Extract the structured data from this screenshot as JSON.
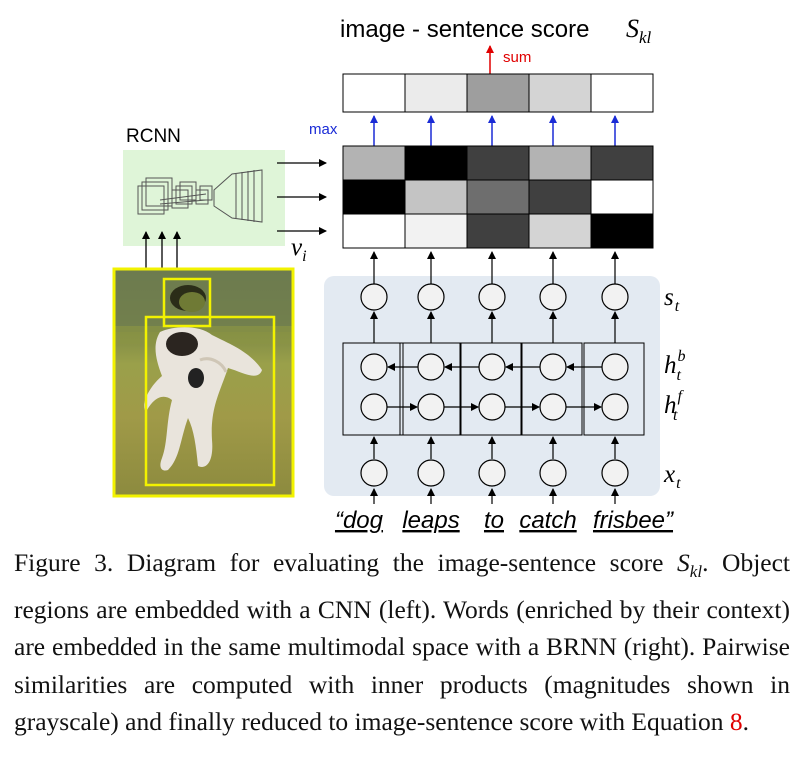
{
  "diagram": {
    "title": "image - sentence score",
    "title_symbol": "S",
    "title_symbol_sub": "kl",
    "sum_label": "sum",
    "max_label": "max",
    "rcnn_label": "RCNN",
    "region_symbol": "v",
    "region_symbol_sub": "i",
    "row_labels": [
      {
        "base": "s",
        "sub": "t",
        "sup": ""
      },
      {
        "base": "h",
        "sub": "t",
        "sup": "b"
      },
      {
        "base": "h",
        "sub": "t",
        "sup": "f"
      },
      {
        "base": "x",
        "sub": "t",
        "sup": ""
      }
    ],
    "words": [
      "“dog",
      "leaps",
      "to",
      "catch",
      "frisbee”"
    ],
    "score_row": [
      1.0,
      0.92,
      0.62,
      0.83,
      1.0
    ],
    "similarity_matrix": [
      [
        0.7,
        0.0,
        0.25,
        0.7,
        0.25
      ],
      [
        0.0,
        0.77,
        0.43,
        0.25,
        1.0
      ],
      [
        1.0,
        0.95,
        0.25,
        0.83,
        0.0
      ]
    ],
    "colors": {
      "region_box": "#f2f200",
      "rcnn_panel": "#dff5d8",
      "brnn_panel": "#e3eaf2",
      "max_arrow": "#1a2bd6",
      "sum_arrow": "#e00000"
    }
  },
  "caption": {
    "prefix": "Figure 3. Diagram for evaluating the image-sentence score",
    "symbol": "S",
    "symbol_sub": "kl",
    "body": ". Object regions are embedded with a CNN (left). Words (enriched by their context) are embedded in the same multimodal space with a BRNN (right). Pairwise similarities are computed with inner products (magnitudes shown in grayscale) and finally reduced to image-sentence score with Equation",
    "eq_ref": "8",
    "end": "."
  }
}
